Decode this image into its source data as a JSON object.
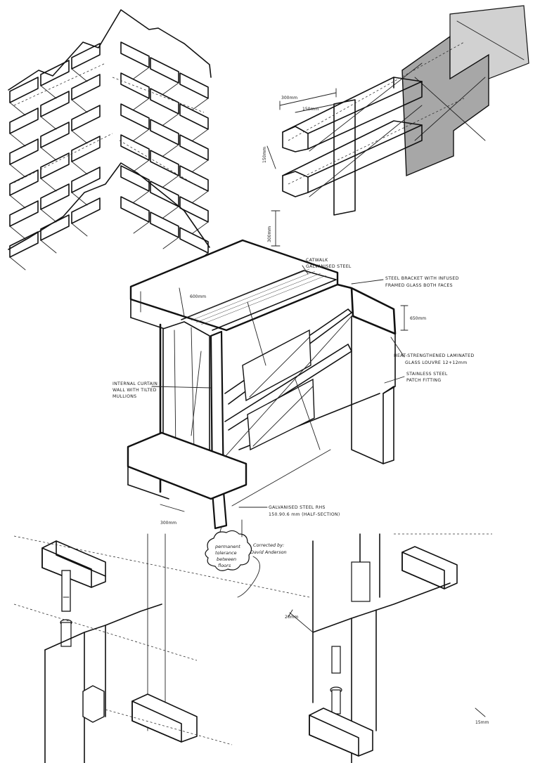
{
  "sketch_1": {
    "dims": {
      "overall": "300mm",
      "inner": "150mm",
      "flange": "150mm",
      "pitch": "300mm"
    }
  },
  "section": {
    "dims": {
      "depth": "600mm",
      "spacing": "650mm",
      "base": "300mm"
    },
    "labels": {
      "catwalk_line1": "CATWALK",
      "catwalk_line2": "GALVANISED STEEL",
      "bracket_line1": "STEEL BRACKET WITH INFUSED",
      "bracket_line2": "FRAMED GLASS BOTH FACES",
      "glass_line1": "HEAT-STRENGTHENED LAMINATED",
      "glass_line2": "GLASS LOUVRE 12+12mm",
      "patch_line1": "STAINLESS STEEL",
      "patch_line2": "PATCH FITTING",
      "curtain_line1": "INTERNAL CURTAIN",
      "curtain_line2": "WALL WITH TILTED",
      "curtain_line3": "MULLIONS",
      "rhs_line1": "GALVANISED STEEL RHS",
      "rhs_line2": "150.90.6 mm (HALF-SECTION)",
      "note_line1": "permanent",
      "note_line2": "tolerance",
      "note_line3": "between",
      "note_line4": "floors",
      "corrected_line1": "Corrected by:",
      "corrected_line2": "David Anderson"
    }
  },
  "details": {
    "dims": {
      "gap": "20mm",
      "end": "15mm"
    }
  },
  "colors": {
    "ink": "#111111",
    "glass_shade": "#8a8a8a",
    "paper": "#ffffff"
  }
}
